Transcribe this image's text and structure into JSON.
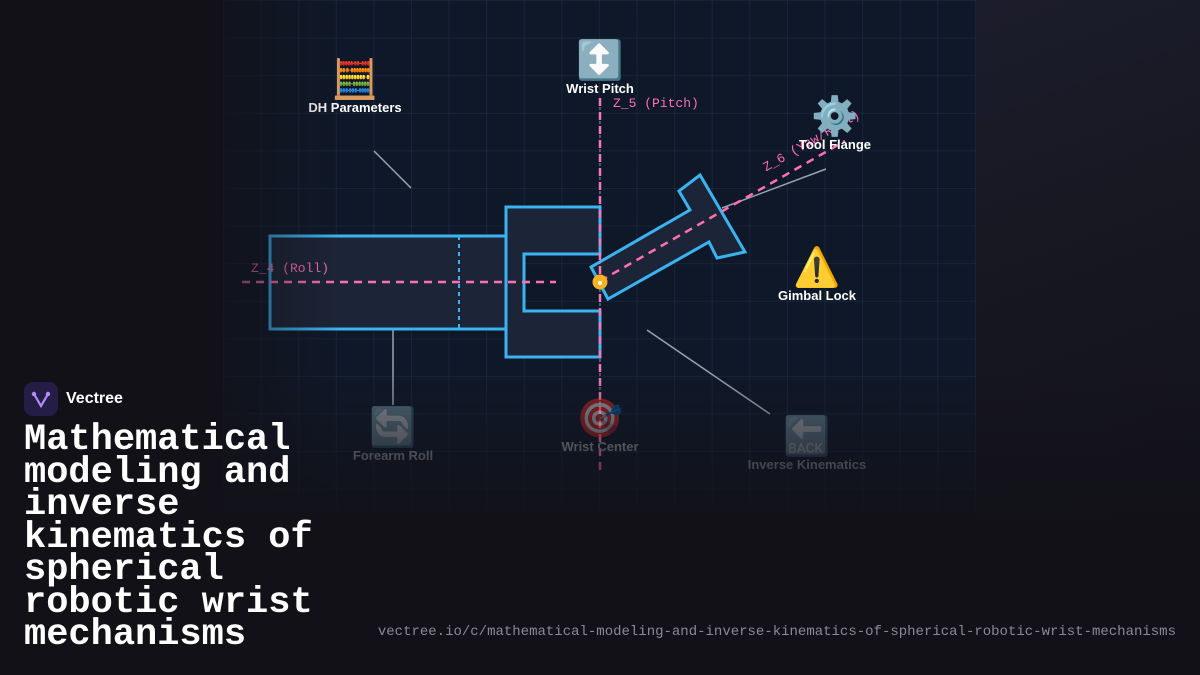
{
  "brand": {
    "name": "Vectree",
    "logo_icon": "vectree-logo-icon"
  },
  "title": "Mathematical modeling and inverse kinematics of spherical robotic wrist mechanisms",
  "url": "vectree.io/c/mathematical-modeling-and-inverse-kinematics-of-spherical-robotic-wrist-mechanisms",
  "colors": {
    "link_outline": "#3bb3f0",
    "axis": "#ff6fb4",
    "joint": "#f5b323",
    "leader_line": "#9aa3b2"
  },
  "axes": {
    "z4": "Z_4 (Roll)",
    "z5": "Z_5 (Pitch)",
    "z6": "Z_6 (Yaw/Roll)"
  },
  "nodes": {
    "dh_parameters": {
      "label": "DH Parameters",
      "icon": "🧮"
    },
    "wrist_pitch": {
      "label": "Wrist Pitch",
      "icon": "↕️"
    },
    "tool_flange": {
      "label": "Tool Flange",
      "icon": "⚙️"
    },
    "gimbal_lock": {
      "label": "Gimbal Lock",
      "icon": "⚠️"
    },
    "forearm_roll": {
      "label": "Forearm Roll",
      "icon": "🔄"
    },
    "wrist_center": {
      "label": "Wrist Center",
      "icon": "🎯"
    },
    "inverse_kinematics": {
      "label": "Inverse Kinematics",
      "icon": "🔙"
    }
  }
}
